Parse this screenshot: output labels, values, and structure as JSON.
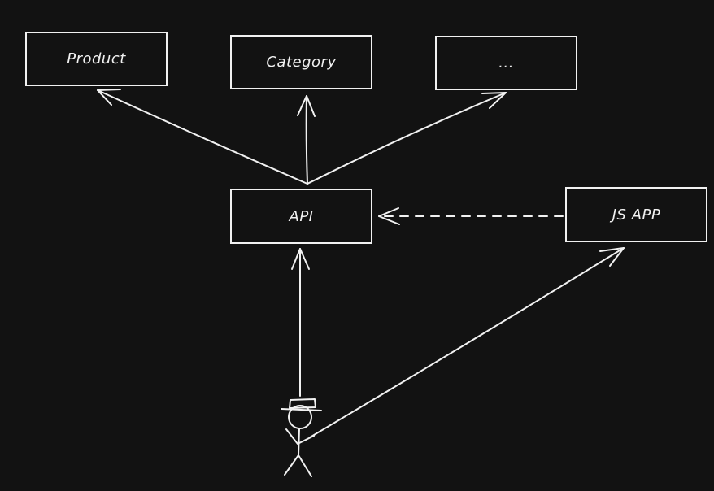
{
  "diagram": {
    "nodes": {
      "product": {
        "label": "Product"
      },
      "category": {
        "label": "Category"
      },
      "more": {
        "label": "..."
      },
      "api": {
        "label": "API"
      },
      "jsapp": {
        "label": "JS APP"
      }
    },
    "edges": [
      {
        "from": "api",
        "to": "product",
        "style": "solid"
      },
      {
        "from": "api",
        "to": "category",
        "style": "solid"
      },
      {
        "from": "api",
        "to": "more",
        "style": "solid"
      },
      {
        "from": "jsapp",
        "to": "api",
        "style": "dashed"
      },
      {
        "from": "user",
        "to": "api",
        "style": "solid"
      },
      {
        "from": "user",
        "to": "jsapp",
        "style": "solid"
      }
    ],
    "actor": {
      "icon": "stick-figure-with-hat-icon"
    },
    "colors": {
      "background": "#121212",
      "stroke": "#f1f1f1"
    }
  }
}
